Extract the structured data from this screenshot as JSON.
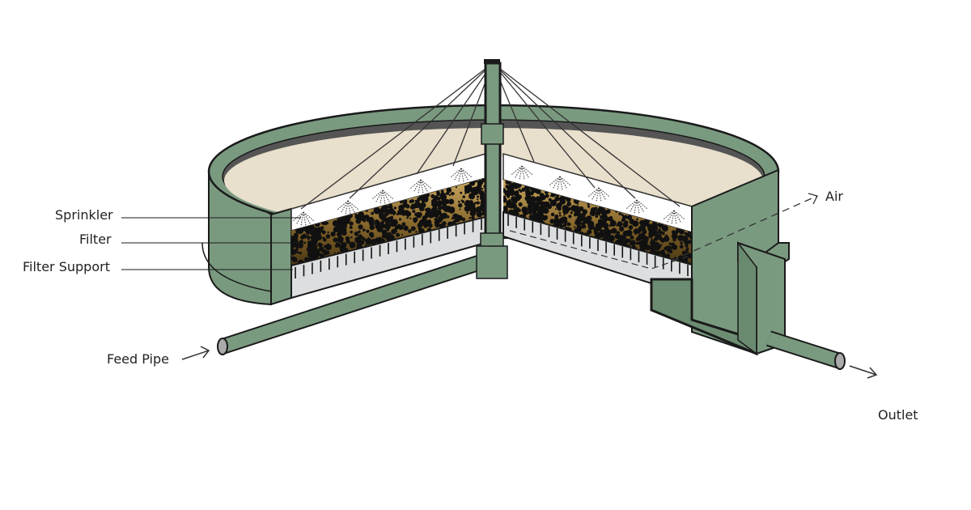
{
  "labels": {
    "sprinkler": "Sprinkler",
    "filter": "Filter",
    "filter_support": "Filter Support",
    "feed_pipe": "Feed Pipe",
    "air": "Air",
    "outlet": "Outlet"
  },
  "colors": {
    "tank_green": "#7a9a80",
    "tank_dark": "#5f7f66",
    "surface_beige": "#e8dfcc",
    "filter_brown": "#8a6a2e",
    "support_grey": "#dcdedf",
    "outline": "#1a1a1a"
  }
}
